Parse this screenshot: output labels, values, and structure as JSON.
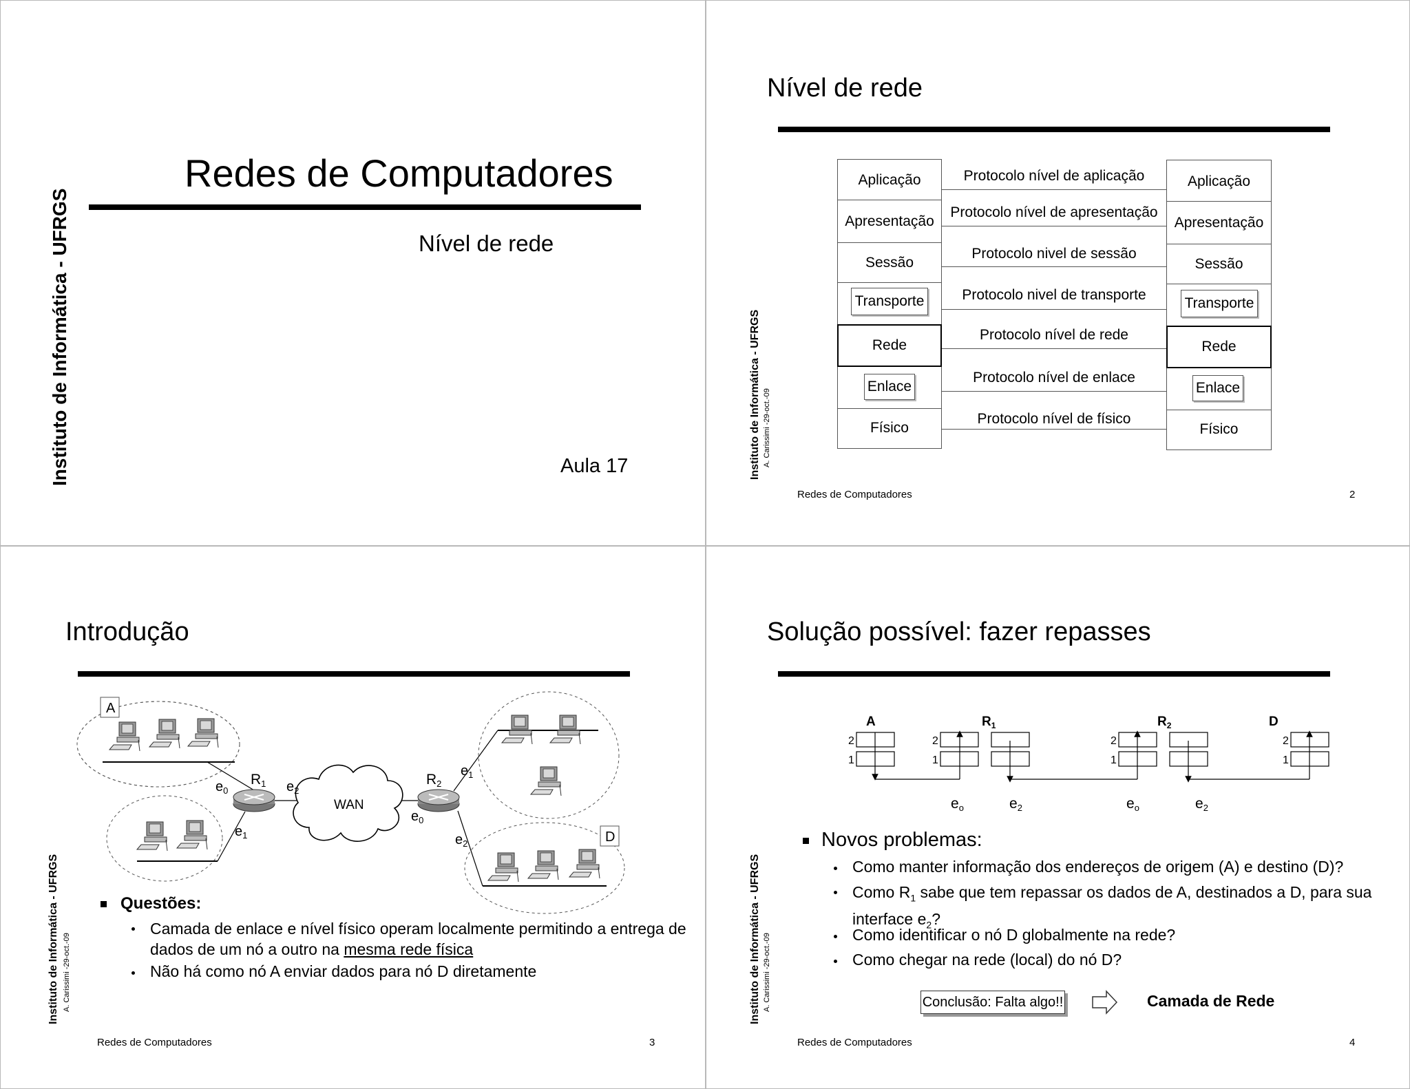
{
  "slides": {
    "s1": {
      "side": "Instituto de Informática - UFRGS",
      "title": "Redes de Computadores",
      "subtitle": "Nível de rede",
      "aula": "Aula 17"
    },
    "s2": {
      "title": "Nível de rede",
      "side": "Instituto de Informática - UFRGS",
      "side_small": "A. Carissimi -29-oct.-09",
      "footer": "Redes de Computadores",
      "page": "2",
      "layers": [
        "Aplicação",
        "Apresentação",
        "Sessão",
        "Transporte",
        "Rede",
        "Enlace",
        "Físico"
      ],
      "protocols": [
        "Protocolo nível de aplicação",
        "Protocolo nível de apresentação",
        "Protocolo nivel de sessão",
        "Protocolo nivel de transporte",
        "Protocolo nível de rede",
        "Protocolo nível de enlace",
        "Protocolo nível de físico"
      ]
    },
    "s3": {
      "title": "Introdução",
      "side": "Instituto de Informática - UFRGS",
      "side_small": "A. Carissimi -29-oct.-09",
      "footer": "Redes de Computadores",
      "page": "3",
      "diagram": {
        "label_a": "A",
        "label_d": "D",
        "wan": "WAN",
        "r1": "R",
        "r1_sub": "1",
        "r2": "R",
        "r2_sub": "2",
        "e": "e",
        "sub0": "0",
        "sub1": "1",
        "sub2": "2"
      },
      "questions_title": "Questões:",
      "bullet1_a": "Camada de enlace e nível físico operam localmente permitindo a entrega de",
      "bullet1_b": "dados de um nó a outro na ",
      "bullet1_u": "mesma rede física",
      "bullet2": "Não há como nó A enviar dados para nó D diretamente"
    },
    "s4": {
      "title": "Solução possível: fazer repasses",
      "side": "Instituto de Informática - UFRGS",
      "side_small": "A. Carissimi -29-oct.-09",
      "footer": "Redes de Computadores",
      "page": "4",
      "diagram": {
        "a": "A",
        "r": "R",
        "sub1": "1",
        "sub2": "2",
        "d": "D",
        "n2": "2",
        "n1": "1",
        "e": "e",
        "o": "o"
      },
      "problems_title": "Novos problemas:",
      "p1": "Como manter informação dos endereços de origem (A) e destino (D)?",
      "p2_a": "Como R",
      "p2_sub": "1",
      "p2_b": " sabe que tem repassar os dados de A, destinados a D, para sua",
      "p2_c": "interface e",
      "p2_sub2": "2",
      "p2_d": "?",
      "p3": "Como identificar o nó D globalmente na rede?",
      "p4": "Como chegar na rede (local) do nó D?",
      "conclusion": "Conclusão: Falta algo!!",
      "result": "Camada de Rede"
    }
  }
}
